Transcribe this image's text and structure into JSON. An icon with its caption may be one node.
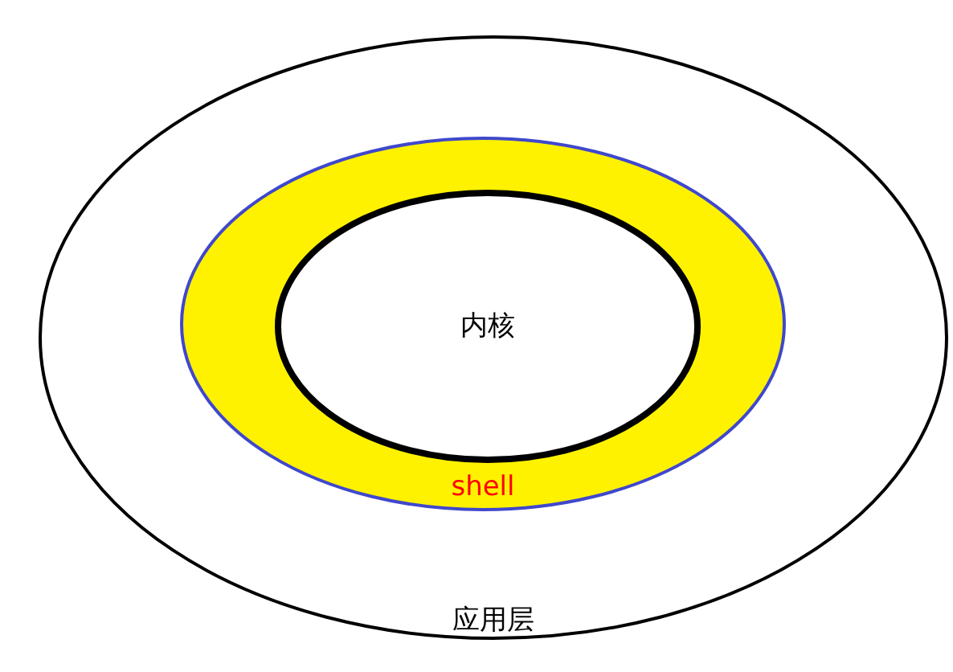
{
  "diagram": {
    "nodes": [
      {
        "text": [
          "应用层"
        ]
      },
      {
        "text": [
          "shell"
        ],
        "in": 0
      },
      {
        "text": [
          "内核"
        ],
        "in": 1
      }
    ]
  }
}
